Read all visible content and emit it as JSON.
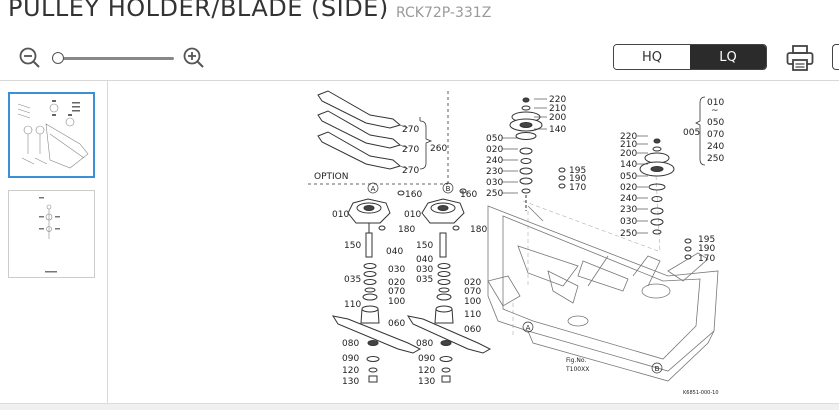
{
  "header": {
    "title": "PULLEY HOLDER/BLADE (SIDE)",
    "code": "RCK72P-331Z"
  },
  "toolbar": {
    "zoom_out_icon": "zoom-out-icon",
    "zoom_in_icon": "zoom-in-icon",
    "zoom_level": 0,
    "quality_hq": "HQ",
    "quality_lq": "LQ",
    "quality_selected": "LQ",
    "print_icon": "printer-icon"
  },
  "thumbnails": {
    "count": 2,
    "selected": 1
  },
  "diagram": {
    "option_label": "OPTION",
    "blade_labels": [
      "270",
      "270",
      "270"
    ],
    "bracket_label": "260",
    "markers": [
      "A",
      "B",
      "A",
      "B"
    ],
    "left_stack": [
      "160",
      "010",
      "180",
      "150",
      "040",
      "030",
      "035",
      "020",
      "070",
      "100",
      "110",
      "060",
      "080",
      "090",
      "120",
      "130"
    ],
    "right_stack": [
      "160",
      "010",
      "180",
      "150",
      "040",
      "030",
      "035",
      "020",
      "070",
      "100",
      "110",
      "060",
      "080",
      "090",
      "120",
      "130"
    ],
    "pulley1_labels": [
      "220",
      "210",
      "200",
      "140",
      "050",
      "020",
      "240",
      "230",
      "030",
      "250"
    ],
    "side_labels": [
      "195",
      "190",
      "170"
    ],
    "pulley2_labels": [
      "220",
      "210",
      "200",
      "140",
      "050",
      "020",
      "240",
      "230",
      "030",
      "250"
    ],
    "side_labels2": [
      "195",
      "190",
      "170"
    ],
    "range_labels": [
      "010",
      "~",
      "050",
      "070",
      "240",
      "250"
    ],
    "range_group": "005",
    "fig_no_label": "Fig.No.",
    "fig_no_value": "T100XX",
    "drawing_code": "K6851-000-10"
  }
}
